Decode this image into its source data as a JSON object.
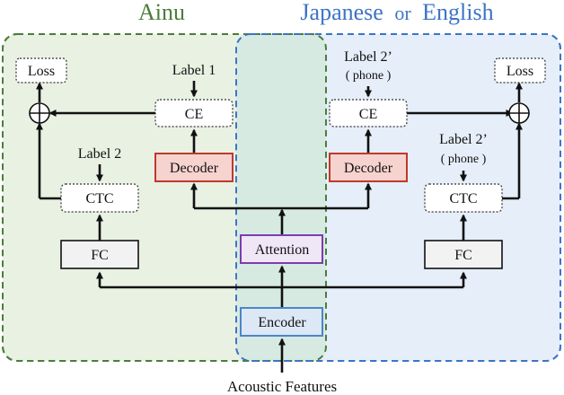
{
  "title_left": "Ainu",
  "title_right": {
    "word1": "Japanese",
    "word2": "or",
    "word3": "English"
  },
  "colors": {
    "ainu_green": "#4a7d3a",
    "region_blue": "#3d74c6",
    "ainu_fill": "#e9f1e3",
    "blue_fill": "#e6eef9",
    "overlap_fill": "#d7eae1",
    "decoder_fill": "#f7d3cf",
    "decoder_border": "#c0392b",
    "attention_border": "#7d3cb0",
    "encoder_border": "#4a86c8"
  },
  "left": {
    "loss": "Loss",
    "ce": "CE",
    "label1": "Label 1",
    "decoder": "Decoder",
    "label2": "Label 2",
    "ctc": "CTC",
    "fc": "FC"
  },
  "right": {
    "loss": "Loss",
    "ce": "CE",
    "label_ce_line1": "Label 2’",
    "label_ce_line2": "( phone )",
    "decoder": "Decoder",
    "label_ctc_line1": "Label 2’",
    "label_ctc_line2": "( phone )",
    "ctc": "CTC",
    "fc": "FC"
  },
  "center": {
    "attention": "Attention",
    "encoder": "Encoder",
    "input": "Acoustic Features"
  },
  "sum_symbol": "⊕"
}
